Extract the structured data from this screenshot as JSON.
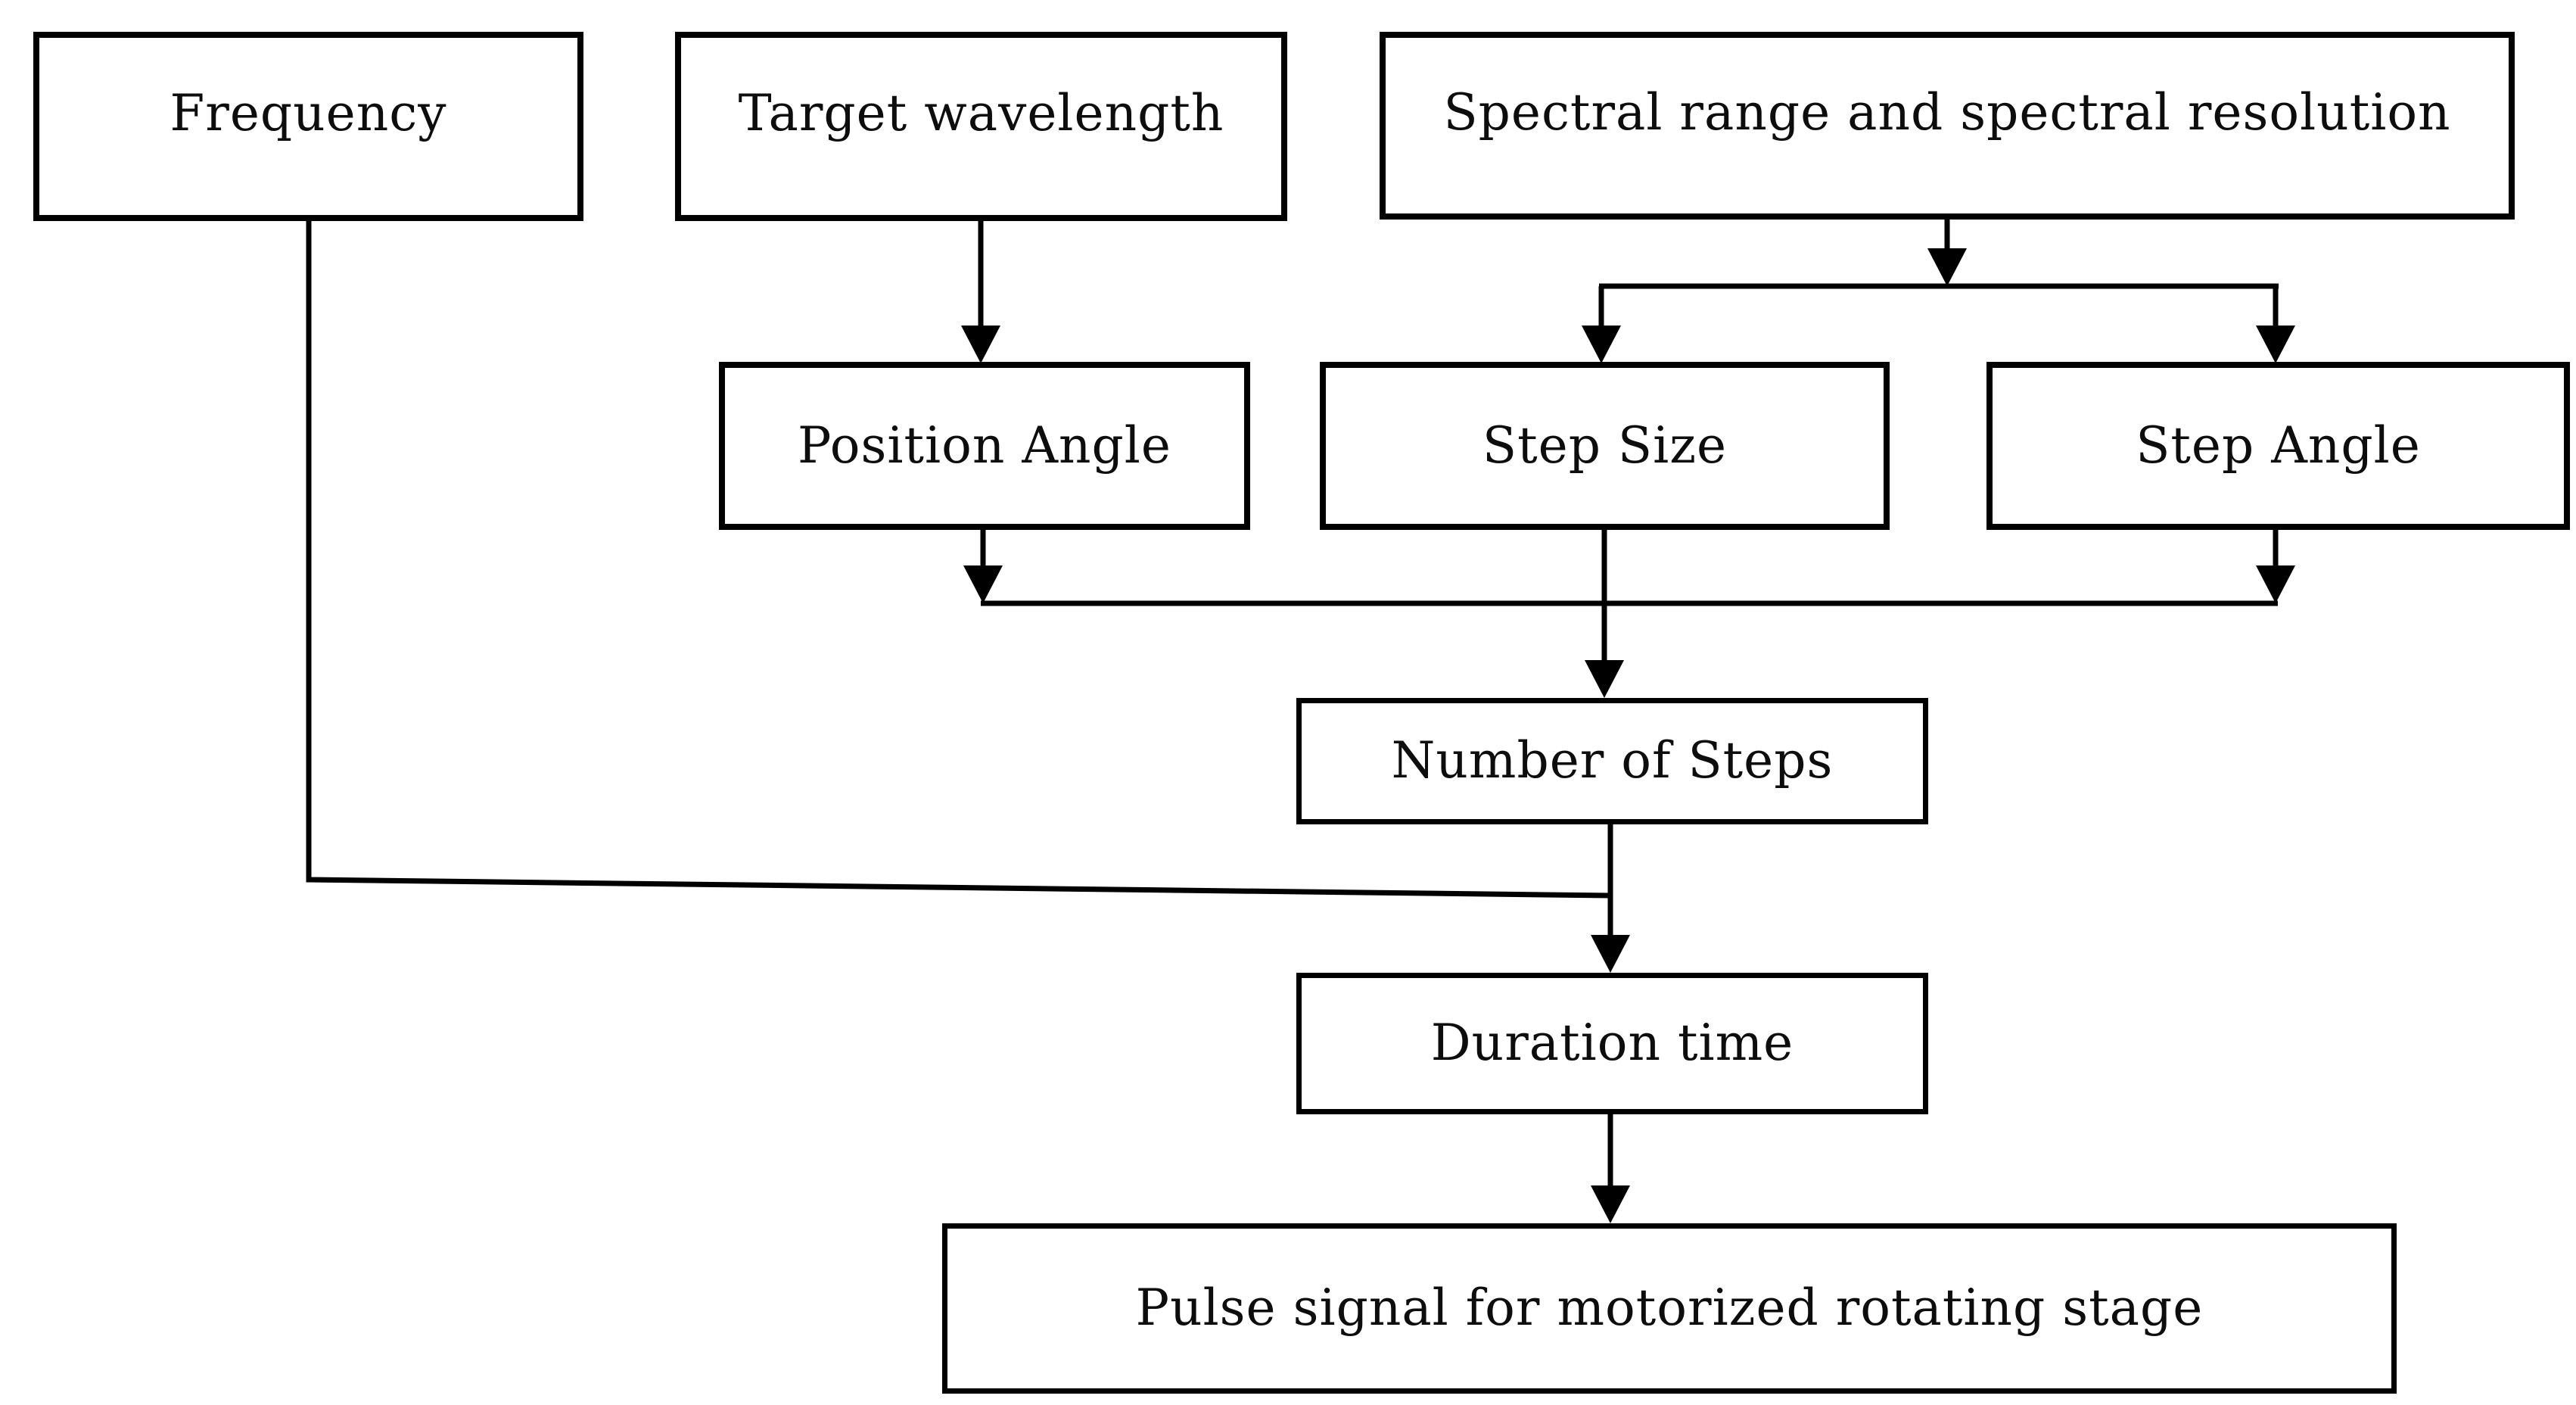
{
  "figure_type": "flowchart",
  "colors": {
    "background": "#ffffff",
    "line": "#000000",
    "text": "#0d0d0d",
    "node_fill": "#ffffff"
  },
  "nodes": {
    "frequency": {
      "label": "Frequency"
    },
    "target_wavelength": {
      "label": "Target wavelength"
    },
    "spectral_range": {
      "label": "Spectral range and spectral resolution"
    },
    "position_angle": {
      "label": "Position Angle"
    },
    "step_size": {
      "label": "Step Size"
    },
    "step_angle": {
      "label": "Step Angle"
    },
    "number_of_steps": {
      "label": "Number of Steps"
    },
    "duration_time": {
      "label": "Duration time"
    },
    "pulse_signal": {
      "label": "Pulse signal for motorized rotating stage"
    }
  },
  "edges": [
    {
      "from": "target_wavelength",
      "to": "position_angle"
    },
    {
      "from": "spectral_range",
      "to": "step_size"
    },
    {
      "from": "spectral_range",
      "to": "step_angle"
    },
    {
      "from": "position_angle",
      "to": "number_of_steps"
    },
    {
      "from": "step_size",
      "to": "number_of_steps"
    },
    {
      "from": "step_angle",
      "to": "number_of_steps"
    },
    {
      "from": "frequency",
      "to": "duration_time"
    },
    {
      "from": "number_of_steps",
      "to": "duration_time"
    },
    {
      "from": "duration_time",
      "to": "pulse_signal"
    }
  ]
}
